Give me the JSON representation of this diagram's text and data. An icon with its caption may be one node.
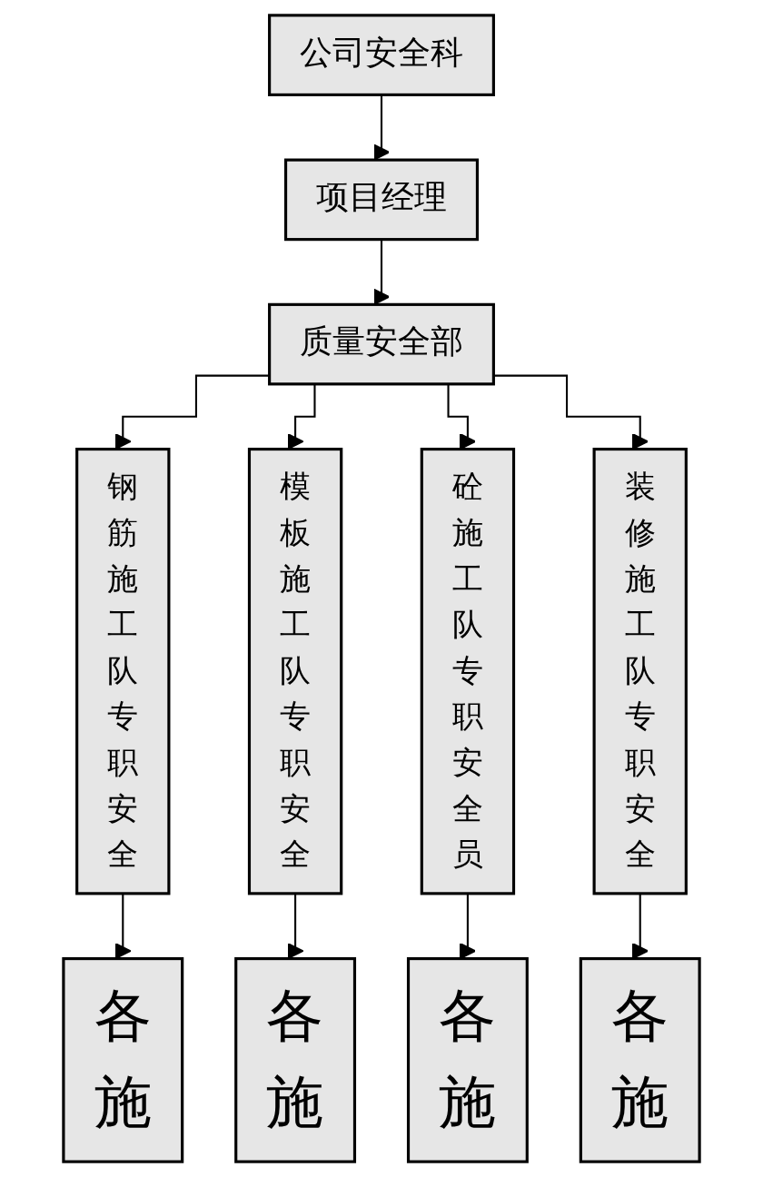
{
  "diagram": {
    "nodes": [
      {
        "text": [
          "公司安全科"
        ]
      },
      {
        "text": [
          "项目经理"
        ]
      },
      {
        "text": [
          "质量安全部"
        ]
      },
      {
        "text": [
          "钢筋施工队专职安全"
        ]
      },
      {
        "text": [
          "模板施工队专职安全"
        ]
      },
      {
        "text": [
          "砼施工队专职安全员"
        ]
      },
      {
        "text": [
          "装修施工队专职安全"
        ]
      },
      {
        "text": [
          "各施"
        ]
      },
      {
        "text": [
          "各施"
        ]
      },
      {
        "text": [
          "各施"
        ]
      },
      {
        "text": [
          "各施"
        ]
      }
    ],
    "edges": [
      {
        "from": 0,
        "to": 1,
        "arrow": "to"
      },
      {
        "from": 1,
        "to": 2,
        "arrow": "to"
      },
      {
        "from": 2,
        "to": 3,
        "arrow": "to"
      },
      {
        "from": 2,
        "to": 4,
        "arrow": "to"
      },
      {
        "from": 2,
        "to": 5,
        "arrow": "to"
      },
      {
        "from": 2,
        "to": 6,
        "arrow": "to"
      },
      {
        "from": 3,
        "to": 7,
        "arrow": "to"
      },
      {
        "from": 4,
        "to": 8,
        "arrow": "to"
      },
      {
        "from": 5,
        "to": 9,
        "arrow": "to"
      },
      {
        "from": 6,
        "to": 10,
        "arrow": "to"
      }
    ]
  }
}
